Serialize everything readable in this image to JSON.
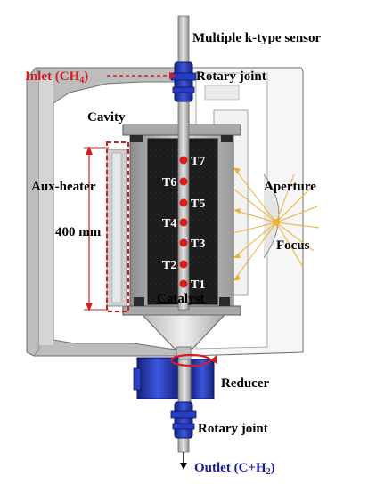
{
  "labels": {
    "sensor": "Multiple k-type sensor",
    "inlet": "Inlet (CH",
    "inlet_sub": "4",
    "inlet_close": ")",
    "rotary_top": "Rotary joint",
    "cavity": "Cavity",
    "aux_heater": "Aux-heater",
    "length": "400 mm",
    "aperture": "Aperture",
    "focus": "Focus",
    "catalyst": "Catalyst",
    "reducer": "Reducer",
    "rotary_bottom": "Rotary joint",
    "outlet": "Outlet (C+H",
    "outlet_sub": "2",
    "outlet_close": ")"
  },
  "thermocouples": [
    "T7",
    "T6",
    "T5",
    "T4",
    "T3",
    "T2",
    "T1"
  ],
  "colors": {
    "inlet": "#d21e1e",
    "outlet": "#1a1aa6",
    "sensor_point": "#e01818",
    "rotary_joint": "#2a3fc4",
    "catalyst_bed": "#1c1c1c",
    "body": "#f2f2f2",
    "focus_rays": "#f0b030"
  }
}
